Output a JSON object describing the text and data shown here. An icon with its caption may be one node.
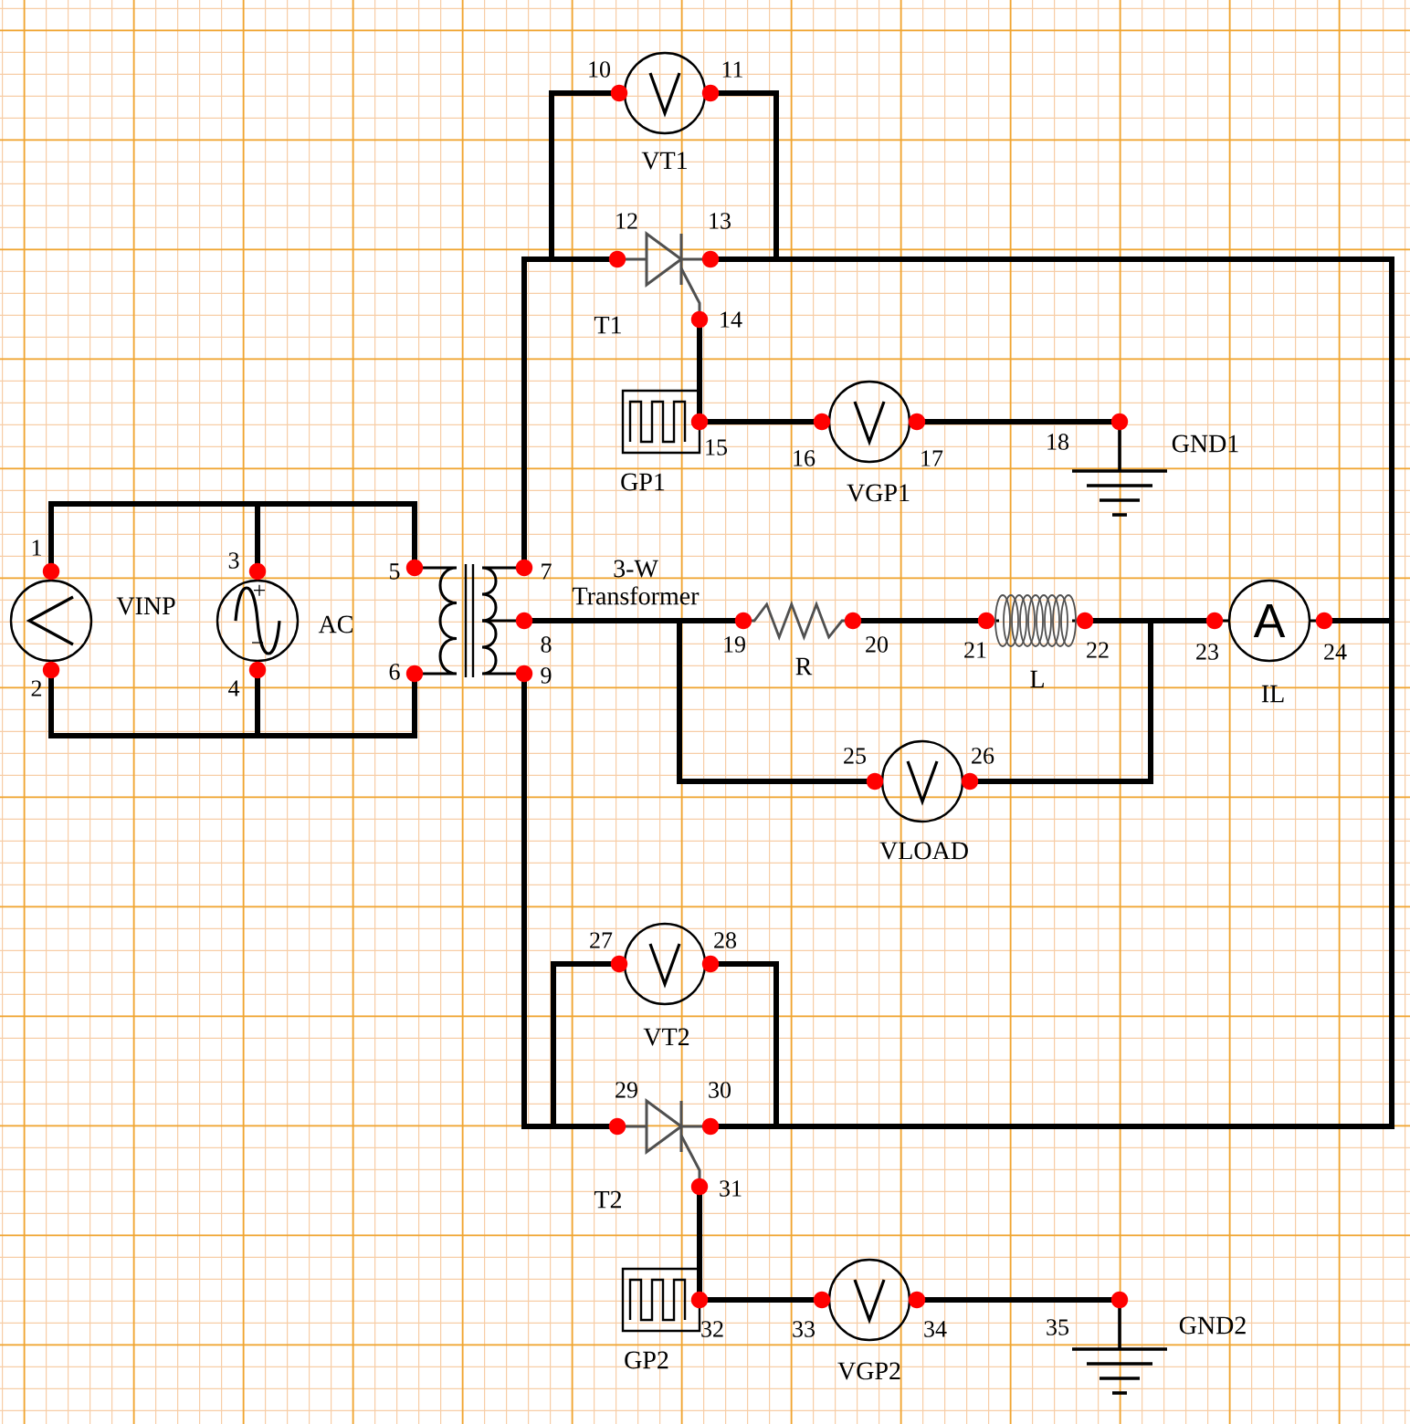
{
  "diagram": {
    "nodes": [
      {
        "text": [],
        "shape": "circle",
        "beside": [
          "VT1",
          "10",
          "11"
        ]
      },
      {
        "text": [],
        "shape": "thyristor",
        "beside": [
          "T1",
          "12",
          "13",
          "14"
        ]
      },
      {
        "text": [],
        "shape": "box",
        "beside": [
          "GP1",
          "15"
        ]
      },
      {
        "text": [],
        "shape": "circle",
        "beside": [
          "VGP1",
          "16",
          "17"
        ]
      },
      {
        "text": [],
        "shape": "ground",
        "beside": [
          "GND1",
          "18"
        ]
      },
      {
        "text": [],
        "shape": "circle",
        "beside": [
          "VINP",
          "1",
          "2"
        ]
      },
      {
        "text": [
          "+",
          "−"
        ],
        "beside": [
          "AC",
          "3",
          "4"
        ]
      },
      {
        "text": [],
        "shape": "transformer",
        "beside": [
          "3-W Transformer",
          "5",
          "6",
          "7",
          "8",
          "9"
        ]
      },
      {
        "text": [],
        "shape": "resistor",
        "beside": [
          "R",
          "19",
          "20"
        ]
      },
      {
        "text": [],
        "shape": "coil",
        "beside": [
          "L",
          "21",
          "22"
        ]
      },
      {
        "text": [
          "A"
        ],
        "beside": [
          "IL",
          "23",
          "24"
        ]
      },
      {
        "text": [],
        "shape": "circle",
        "beside": [
          "VLOAD",
          "25",
          "26"
        ]
      },
      {
        "text": [],
        "shape": "circle",
        "beside": [
          "VT2",
          "27",
          "28"
        ]
      },
      {
        "text": [],
        "shape": "thyristor",
        "beside": [
          "T2",
          "29",
          "30",
          "31"
        ]
      },
      {
        "text": [],
        "shape": "box",
        "beside": [
          "GP2",
          "32"
        ]
      },
      {
        "text": [],
        "shape": "circle",
        "beside": [
          "VGP2",
          "33",
          "34"
        ]
      },
      {
        "text": [],
        "shape": "ground",
        "beside": [
          "GND2",
          "35"
        ]
      }
    ],
    "edges": [
      {
        "from": 5,
        "to": 6,
        "arrow": "none"
      },
      {
        "from": 6,
        "to": 7,
        "arrow": "none"
      },
      {
        "from": 5,
        "to": 6,
        "arrow": "none"
      },
      {
        "from": 6,
        "to": 7,
        "arrow": "none"
      },
      {
        "from": 7,
        "to": 1,
        "arrow": "none"
      },
      {
        "from": 1,
        "to": 0,
        "arrow": "none"
      },
      {
        "from": 0,
        "to": 1,
        "arrow": "none"
      },
      {
        "from": 1,
        "to": 10,
        "arrow": "none"
      },
      {
        "from": 10,
        "to": 13,
        "arrow": "none"
      },
      {
        "from": 1,
        "to": 2,
        "arrow": "none"
      },
      {
        "from": 2,
        "to": 3,
        "arrow": "none"
      },
      {
        "from": 3,
        "to": 4,
        "arrow": "none"
      },
      {
        "from": 7,
        "to": 8,
        "arrow": "none"
      },
      {
        "from": 7,
        "to": 11,
        "arrow": "none"
      },
      {
        "from": 8,
        "to": 9,
        "arrow": "none"
      },
      {
        "from": 9,
        "to": 10,
        "arrow": "none"
      },
      {
        "from": 9,
        "to": 11,
        "arrow": "none"
      },
      {
        "from": 7,
        "to": 13,
        "arrow": "none"
      },
      {
        "from": 13,
        "to": 12,
        "arrow": "none"
      },
      {
        "from": 12,
        "to": 13,
        "arrow": "none"
      },
      {
        "from": 13,
        "to": 14,
        "arrow": "none"
      },
      {
        "from": 14,
        "to": 15,
        "arrow": "none"
      },
      {
        "from": 15,
        "to": 16,
        "arrow": "none"
      }
    ]
  }
}
